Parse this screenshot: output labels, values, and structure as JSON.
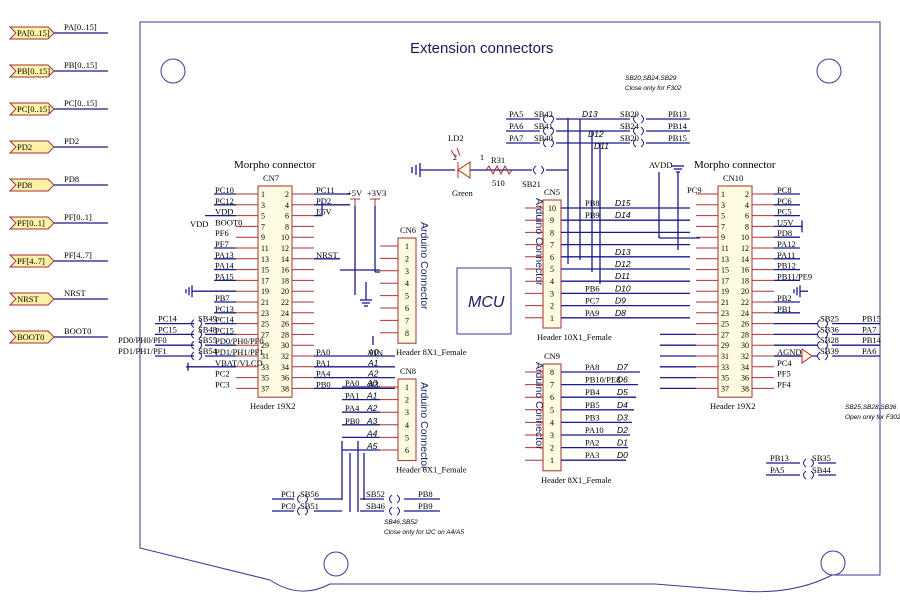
{
  "title": "Extension connectors",
  "mcu_label": "MCU",
  "bus_ports": [
    {
      "port": "PA[0..15]",
      "net": "PA[0..15]"
    },
    {
      "port": "PB[0..15]",
      "net": "PB[0..15]"
    },
    {
      "port": "PC[0..15]",
      "net": "PC[0..15]"
    },
    {
      "port": "PD2",
      "net": "PD2"
    },
    {
      "port": "PD8",
      "net": "PD8"
    },
    {
      "port": "PF[0..1]",
      "net": "PF[0..1]"
    },
    {
      "port": "PF[4..7]",
      "net": "PF[4..7]"
    },
    {
      "port": "NRST",
      "net": "NRST"
    },
    {
      "port": "BOOT0",
      "net": "BOOT0"
    }
  ],
  "cn7": {
    "heading": "Morpho connector",
    "ref": "CN7",
    "footer": "Header 19X2",
    "left": [
      {
        "pin": "1",
        "net": "PC10"
      },
      {
        "pin": "3",
        "net": "PC12"
      },
      {
        "pin": "5",
        "net": "VDD"
      },
      {
        "pin": "7",
        "net": "BOOT0"
      },
      {
        "pin": "9",
        "net": "PF6"
      },
      {
        "pin": "11",
        "net": "PF7"
      },
      {
        "pin": "13",
        "net": "PA13"
      },
      {
        "pin": "15",
        "net": "PA14"
      },
      {
        "pin": "17",
        "net": "PA15"
      },
      {
        "pin": "19",
        "net": ""
      },
      {
        "pin": "21",
        "net": "PB7"
      },
      {
        "pin": "23",
        "net": "PC13"
      },
      {
        "pin": "25",
        "net": "PC14"
      },
      {
        "pin": "27",
        "net": "PC15"
      },
      {
        "pin": "29",
        "net": "PD0/PH0/PF0"
      },
      {
        "pin": "31",
        "net": "PD1/PH1/PF1"
      },
      {
        "pin": "33",
        "net": "VBAT/VLCD"
      },
      {
        "pin": "35",
        "net": "PC2"
      },
      {
        "pin": "37",
        "net": "PC3"
      }
    ],
    "right": [
      {
        "pin": "2",
        "net": "PC11"
      },
      {
        "pin": "4",
        "net": "PD2"
      },
      {
        "pin": "6",
        "net": "E5V"
      },
      {
        "pin": "8",
        "net": ""
      },
      {
        "pin": "10",
        "net": ""
      },
      {
        "pin": "12",
        "net": ""
      },
      {
        "pin": "14",
        "net": "NRST"
      },
      {
        "pin": "16",
        "net": ""
      },
      {
        "pin": "18",
        "net": ""
      },
      {
        "pin": "20",
        "net": ""
      },
      {
        "pin": "22",
        "net": ""
      },
      {
        "pin": "24",
        "net": ""
      },
      {
        "pin": "26",
        "net": ""
      },
      {
        "pin": "28",
        "net": ""
      },
      {
        "pin": "30",
        "net": ""
      },
      {
        "pin": "32",
        "net": "PA0"
      },
      {
        "pin": "34",
        "net": "PA1"
      },
      {
        "pin": "36",
        "net": "PA4"
      },
      {
        "pin": "38",
        "net": "PB0"
      }
    ],
    "bridges": [
      {
        "ref": "SB49",
        "net": "PC14"
      },
      {
        "ref": "SB48",
        "net": "PC15"
      },
      {
        "ref": "SB55",
        "net": "PD0/PH0/PF0"
      },
      {
        "ref": "SB54",
        "net": "PD1/PH1/PF1"
      }
    ]
  },
  "cn10": {
    "heading": "Morpho connector",
    "ref": "CN10",
    "footer": "Header 19X2",
    "left": [
      {
        "pin": "1",
        "net": "PC9"
      },
      {
        "pin": "3",
        "net": ""
      },
      {
        "pin": "5",
        "net": ""
      },
      {
        "pin": "7",
        "net": ""
      },
      {
        "pin": "9",
        "net": ""
      },
      {
        "pin": "11",
        "net": ""
      },
      {
        "pin": "13",
        "net": ""
      },
      {
        "pin": "15",
        "net": ""
      },
      {
        "pin": "17",
        "net": ""
      },
      {
        "pin": "19",
        "net": ""
      },
      {
        "pin": "21",
        "net": ""
      },
      {
        "pin": "23",
        "net": ""
      },
      {
        "pin": "25",
        "net": ""
      },
      {
        "pin": "27",
        "net": ""
      },
      {
        "pin": "29",
        "net": ""
      },
      {
        "pin": "31",
        "net": ""
      },
      {
        "pin": "33",
        "net": ""
      },
      {
        "pin": "35",
        "net": ""
      },
      {
        "pin": "37",
        "net": ""
      }
    ],
    "right": [
      {
        "pin": "2",
        "net": "PC8"
      },
      {
        "pin": "4",
        "net": "PC6"
      },
      {
        "pin": "6",
        "net": "PC5"
      },
      {
        "pin": "8",
        "net": "U5V"
      },
      {
        "pin": "10",
        "net": "PD8"
      },
      {
        "pin": "12",
        "net": "PA12"
      },
      {
        "pin": "14",
        "net": "PA11"
      },
      {
        "pin": "16",
        "net": "PB12"
      },
      {
        "pin": "18",
        "net": "PB11/PE9"
      },
      {
        "pin": "20",
        "net": ""
      },
      {
        "pin": "22",
        "net": "PB2"
      },
      {
        "pin": "24",
        "net": "PB1"
      },
      {
        "pin": "26",
        "net": ""
      },
      {
        "pin": "28",
        "net": ""
      },
      {
        "pin": "30",
        "net": ""
      },
      {
        "pin": "32",
        "net": "AGND"
      },
      {
        "pin": "34",
        "net": "PC4"
      },
      {
        "pin": "36",
        "net": "PF5"
      },
      {
        "pin": "38",
        "net": "PF4"
      }
    ],
    "bridges": [
      {
        "ref": "SB25",
        "net": "PB15"
      },
      {
        "ref": "SB36",
        "net": "PA7"
      },
      {
        "ref": "SB28",
        "net": "PB14"
      },
      {
        "ref": "SB39",
        "net": "PA6"
      }
    ],
    "note": "SB25,SB28,SB36\nOpen only for F302"
  },
  "cn6": {
    "ref": "CN6",
    "label": "Arduino Connector",
    "footer": "Header 8X1_Female",
    "pins": [
      "1",
      "2",
      "3",
      "4",
      "5",
      "6",
      "7",
      "8"
    ],
    "top_nets": [
      "+5V",
      "+3V3"
    ],
    "vin": "VIN"
  },
  "cn8": {
    "ref": "CN8",
    "label": "Arduino Connector",
    "footer": "Header 6X1_Female",
    "pins": [
      "1",
      "2",
      "3",
      "4",
      "5",
      "6"
    ],
    "signals": [
      {
        "port": "PA0",
        "arduino": "A0"
      },
      {
        "port": "PA1",
        "arduino": "A1"
      },
      {
        "port": "PA4",
        "arduino": "A2"
      },
      {
        "port": "PB0",
        "arduino": "A3"
      },
      {
        "port": "",
        "arduino": "A4"
      },
      {
        "port": "",
        "arduino": "A5"
      }
    ]
  },
  "cn5": {
    "ref": "CN5",
    "label": "Arduino Connector",
    "footer": "Header 10X1_Female",
    "pins": [
      "10",
      "9",
      "8",
      "7",
      "6",
      "5",
      "4",
      "3",
      "2",
      "1"
    ],
    "signals": [
      {
        "port": "PB8",
        "arduino": "D15"
      },
      {
        "port": "PB9",
        "arduino": "D14"
      },
      {
        "port": "",
        "arduino": ""
      },
      {
        "port": "",
        "arduino": ""
      },
      {
        "port": "",
        "arduino": "D13"
      },
      {
        "port": "",
        "arduino": "D12"
      },
      {
        "port": "",
        "arduino": "D11"
      },
      {
        "port": "PB6",
        "arduino": "D10"
      },
      {
        "port": "PC7",
        "arduino": "D9"
      },
      {
        "port": "PA9",
        "arduino": "D8"
      }
    ]
  },
  "cn9": {
    "ref": "CN9",
    "label": "Arduino Connector",
    "footer": "Header 8X1_Female",
    "pins": [
      "8",
      "7",
      "6",
      "5",
      "4",
      "3",
      "2",
      "1"
    ],
    "signals": [
      {
        "port": "PA8",
        "arduino": "D7"
      },
      {
        "port": "PB10/PE8",
        "arduino": "D6"
      },
      {
        "port": "PB4",
        "arduino": "D5"
      },
      {
        "port": "PB5",
        "arduino": "D4"
      },
      {
        "port": "PB3",
        "arduino": "D3"
      },
      {
        "port": "PA10",
        "arduino": "D2"
      },
      {
        "port": "PA2",
        "arduino": "D1"
      },
      {
        "port": "PA3",
        "arduino": "D0"
      }
    ]
  },
  "led": {
    "ref": "LD2",
    "color": "Green",
    "pin2": "2",
    "pin1": "1"
  },
  "resistor": {
    "ref": "R31",
    "value": "510"
  },
  "top_bridges": [
    {
      "port": "PA5",
      "ref": "SB42",
      "sig": "D13",
      "ref2": "SB29",
      "port2": "PB13"
    },
    {
      "port": "PA6",
      "ref": "SB41",
      "sig": "D12",
      "ref2": "SB24",
      "port2": "PB14"
    },
    {
      "port": "PA7",
      "ref": "SB40",
      "sig": "D11",
      "ref2": "SB20",
      "port2": "PB15"
    }
  ],
  "top_note": "SB20,SB24,SB29\nClose only for F302",
  "sb21": "SB21",
  "avdd": "AVDD",
  "i2c_bridges": [
    {
      "port": "PC1",
      "ref": "SB56"
    },
    {
      "port": "PC0",
      "ref": "SB51"
    },
    {
      "ref": "SB52",
      "port": "PB8"
    },
    {
      "ref": "SB46",
      "port": "PB9"
    }
  ],
  "i2c_note": "SB46,SB52\nClose only for I2C on A4/A5",
  "bottom_bridges": [
    {
      "port": "PB13",
      "ref": "SB35"
    },
    {
      "port": "PA5",
      "ref": "SB44"
    }
  ],
  "vdd_left": "VDD",
  "colors": {
    "wire": "#1a1a8c",
    "component": "#a03030",
    "component_fill": "#fffbe0",
    "port_fill": "#fff2a8"
  }
}
